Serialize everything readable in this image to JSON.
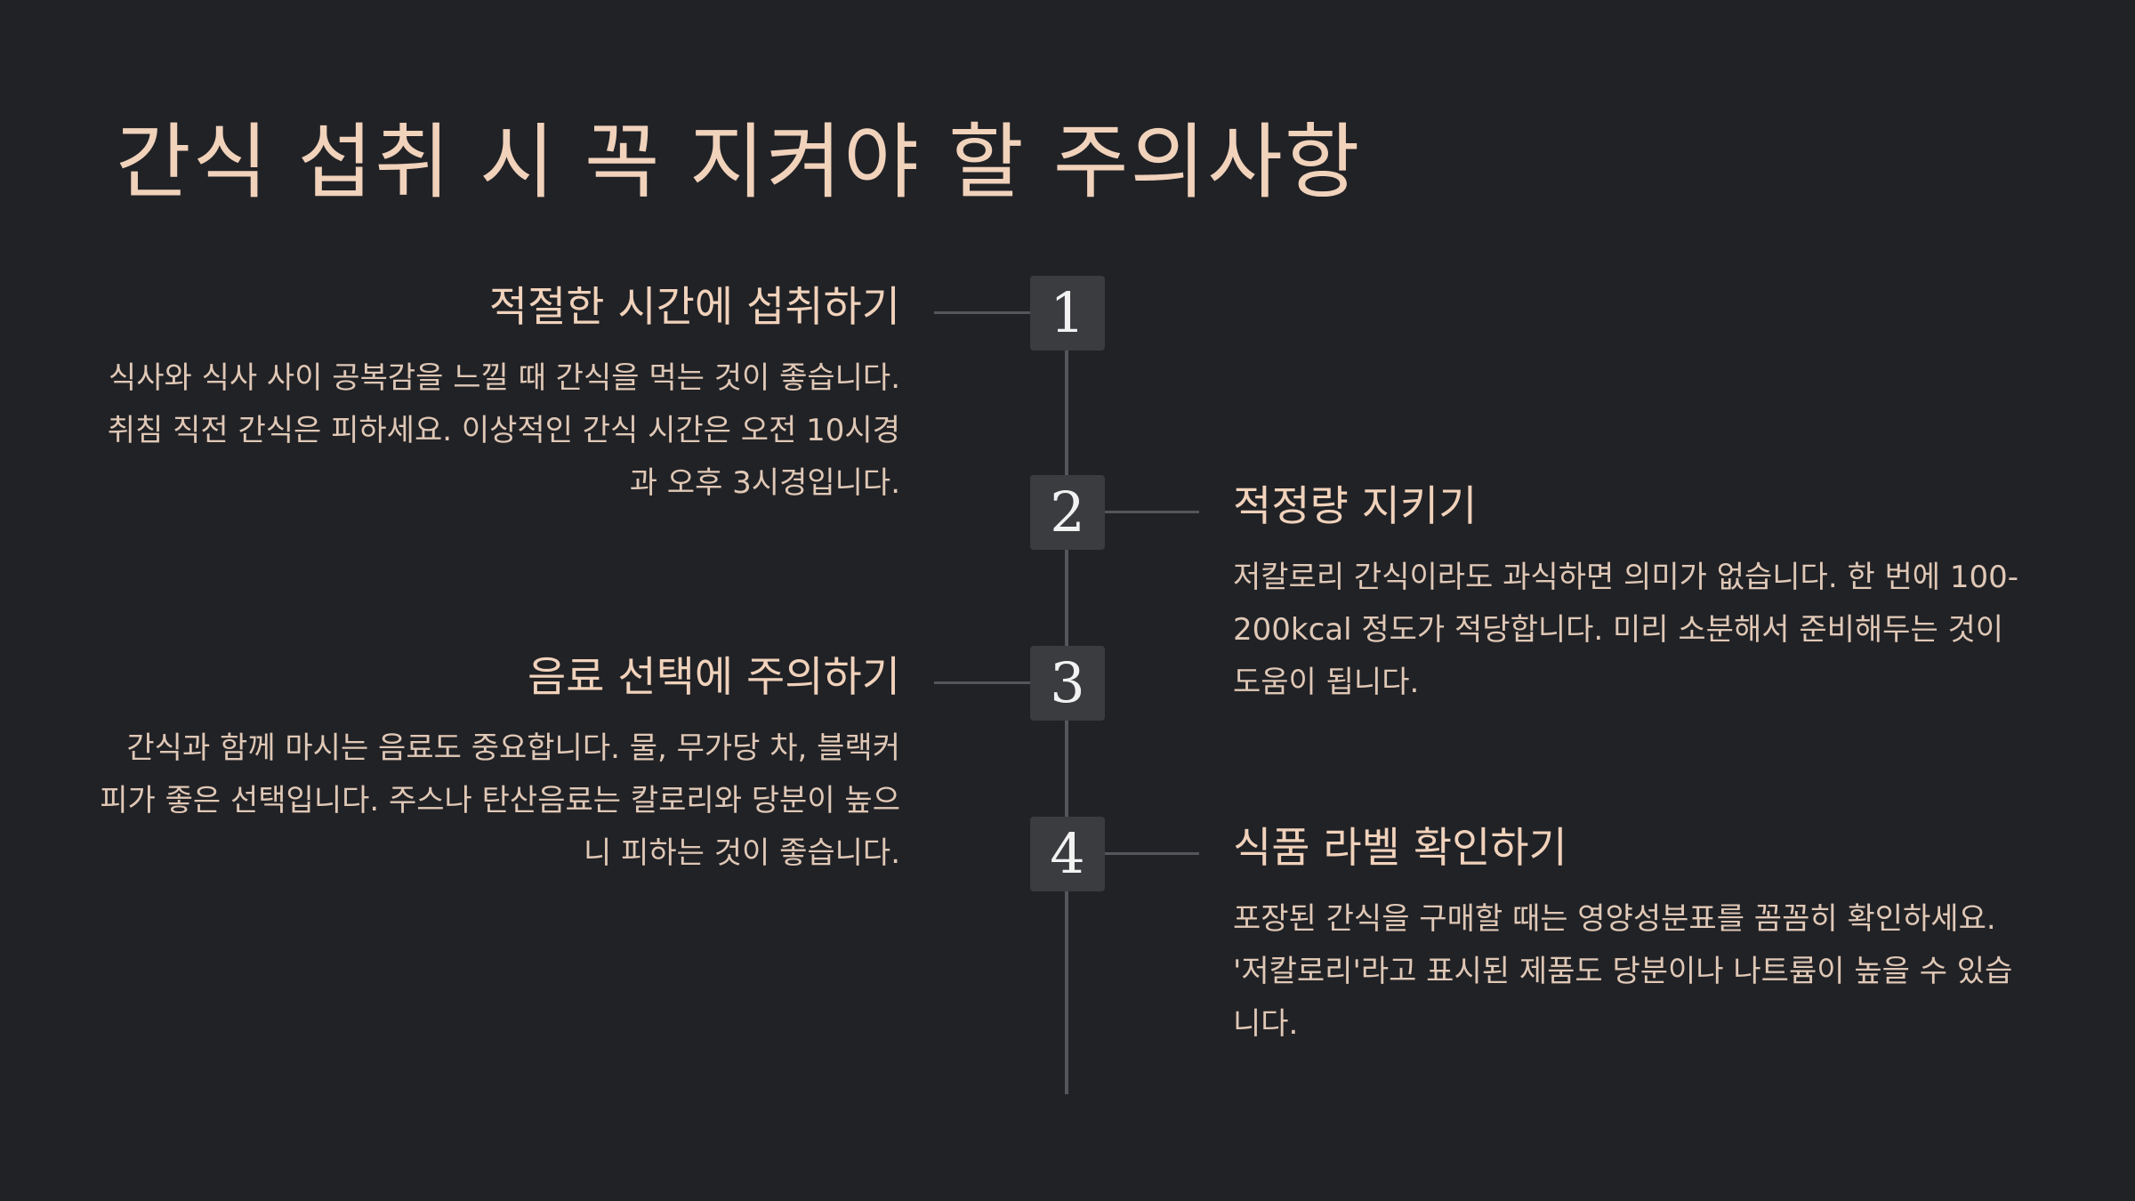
{
  "title": "간식 섭취 시 꼭 지켜야 할 주의사항",
  "steps": [
    {
      "number": "1",
      "heading": "적절한 시간에 섭취하기",
      "body": "식사와 식사 사이 공복감을 느낄 때 간식을 먹는 것이 좋습니다. 취침 직전 간식은 피하세요. 이상적인 간식 시간은 오전 10시경과 오후 3시경입니다."
    },
    {
      "number": "2",
      "heading": "적정량 지키기",
      "body": "저칼로리 간식이라도 과식하면 의미가 없습니다. 한 번에 100-200kcal 정도가 적당합니다. 미리 소분해서 준비해두는 것이 도움이 됩니다."
    },
    {
      "number": "3",
      "heading": "음료 선택에 주의하기",
      "body": "간식과 함께 마시는 음료도 중요합니다. 물, 무가당 차, 블랙커피가 좋은 선택입니다. 주스나 탄산음료는 칼로리와 당분이 높으니 피하는 것이 좋습니다."
    },
    {
      "number": "4",
      "heading": "식품 라벨 확인하기",
      "body": "포장된 간식을 구매할 때는 영양성분표를 꼼꼼히 확인하세요. '저칼로리'라고 표시된 제품도 당분이나 나트륨이 높을 수 있습니다."
    }
  ],
  "colors": {
    "background": "#212226",
    "accent": "#f1d2bb",
    "body_text": "#e0c8b6",
    "step_box": "#3b3c40",
    "line": "#55565b"
  }
}
